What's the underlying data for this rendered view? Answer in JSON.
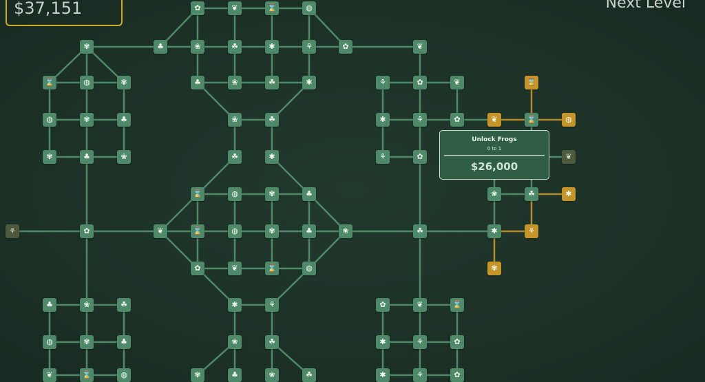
{
  "hud": {
    "money": "$37,151",
    "next_level": "Next Level"
  },
  "tooltip": {
    "title": "Unlock Frogs",
    "progress_text": "0 to 1",
    "progress": 0,
    "price": "$26,000"
  },
  "colors": {
    "unlocked": "#4e8a6a",
    "available": "#c5952a",
    "locked": "#4e5a3e",
    "edge_green": "#4f8a68",
    "edge_gold": "#b58a2a"
  }
}
